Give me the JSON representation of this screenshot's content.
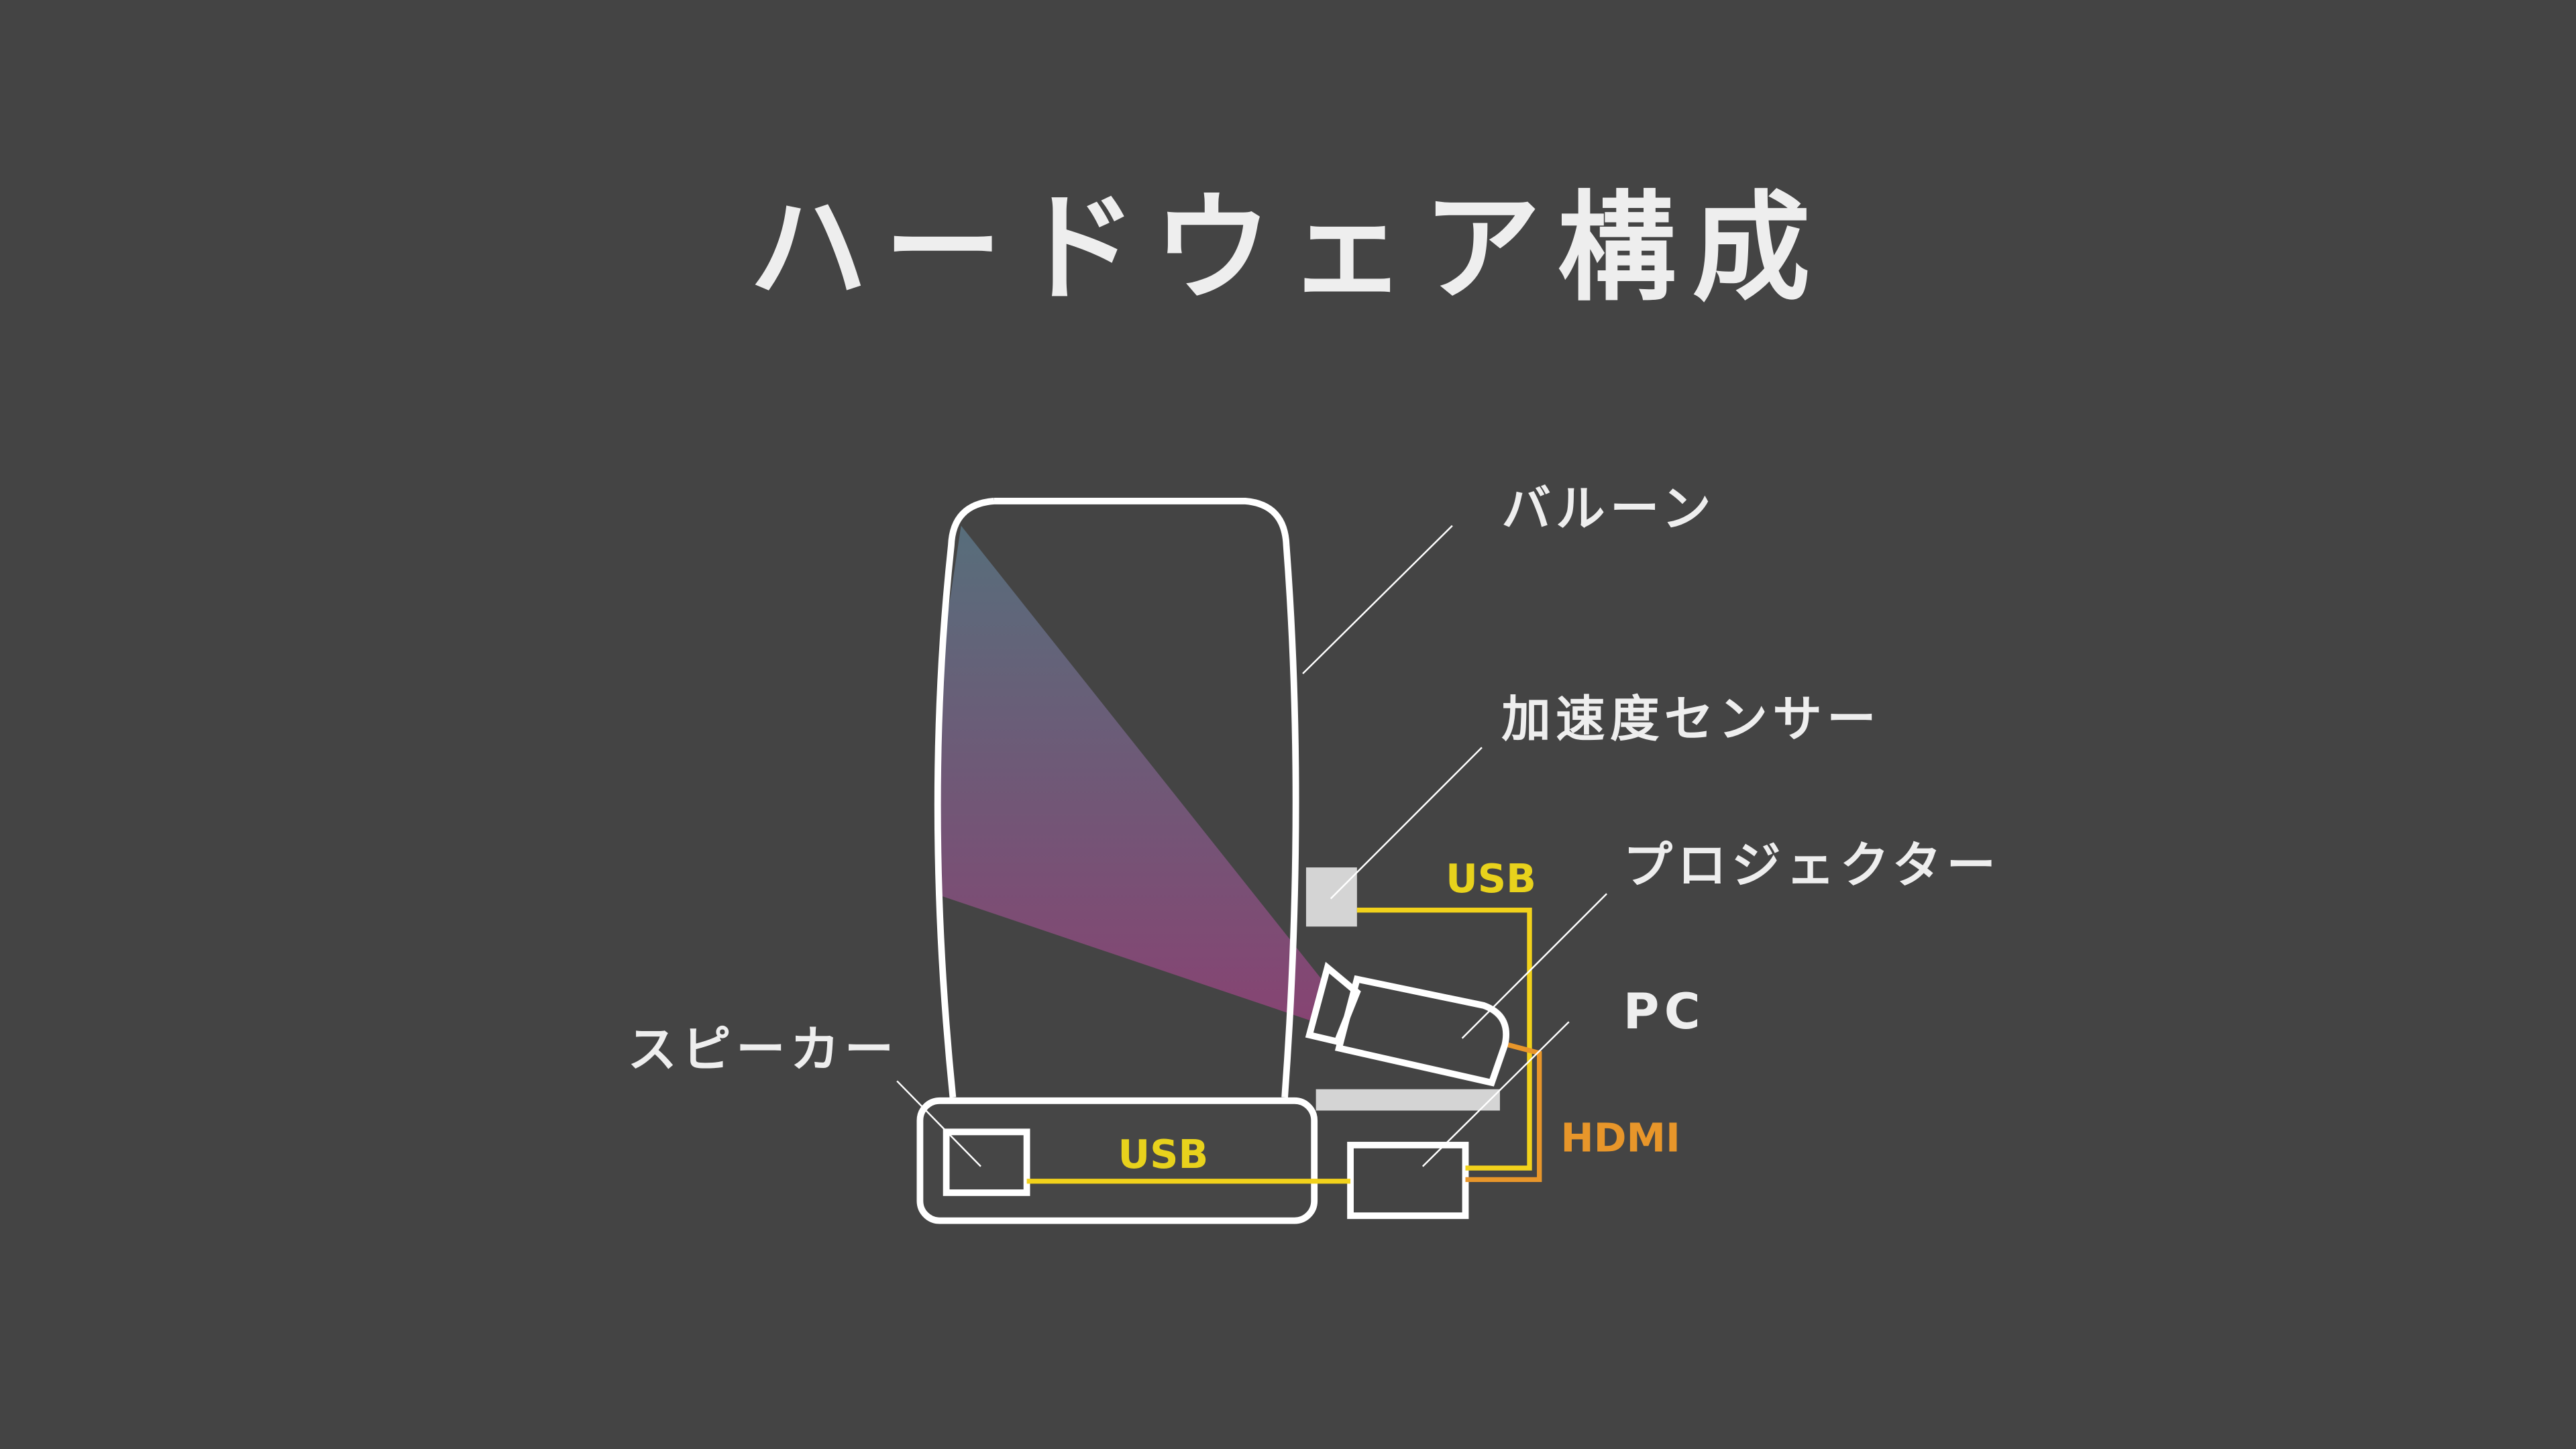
{
  "title": "ハードウェア構成",
  "labels": {
    "balloon": "バルーン",
    "accelerometer": "加速度センサー",
    "projector": "プロジェクター",
    "pc": "PC",
    "speaker": "スピーカー"
  },
  "connections": {
    "sensor_to_pc": "USB",
    "speaker_to_pc": "USB",
    "projector_to_pc": "HDMI"
  },
  "colors": {
    "background": "#444444",
    "usb": "#f2d21b",
    "hdmi": "#e8962a",
    "outline": "#ffffff",
    "component_fill": "#d4d4d4"
  }
}
